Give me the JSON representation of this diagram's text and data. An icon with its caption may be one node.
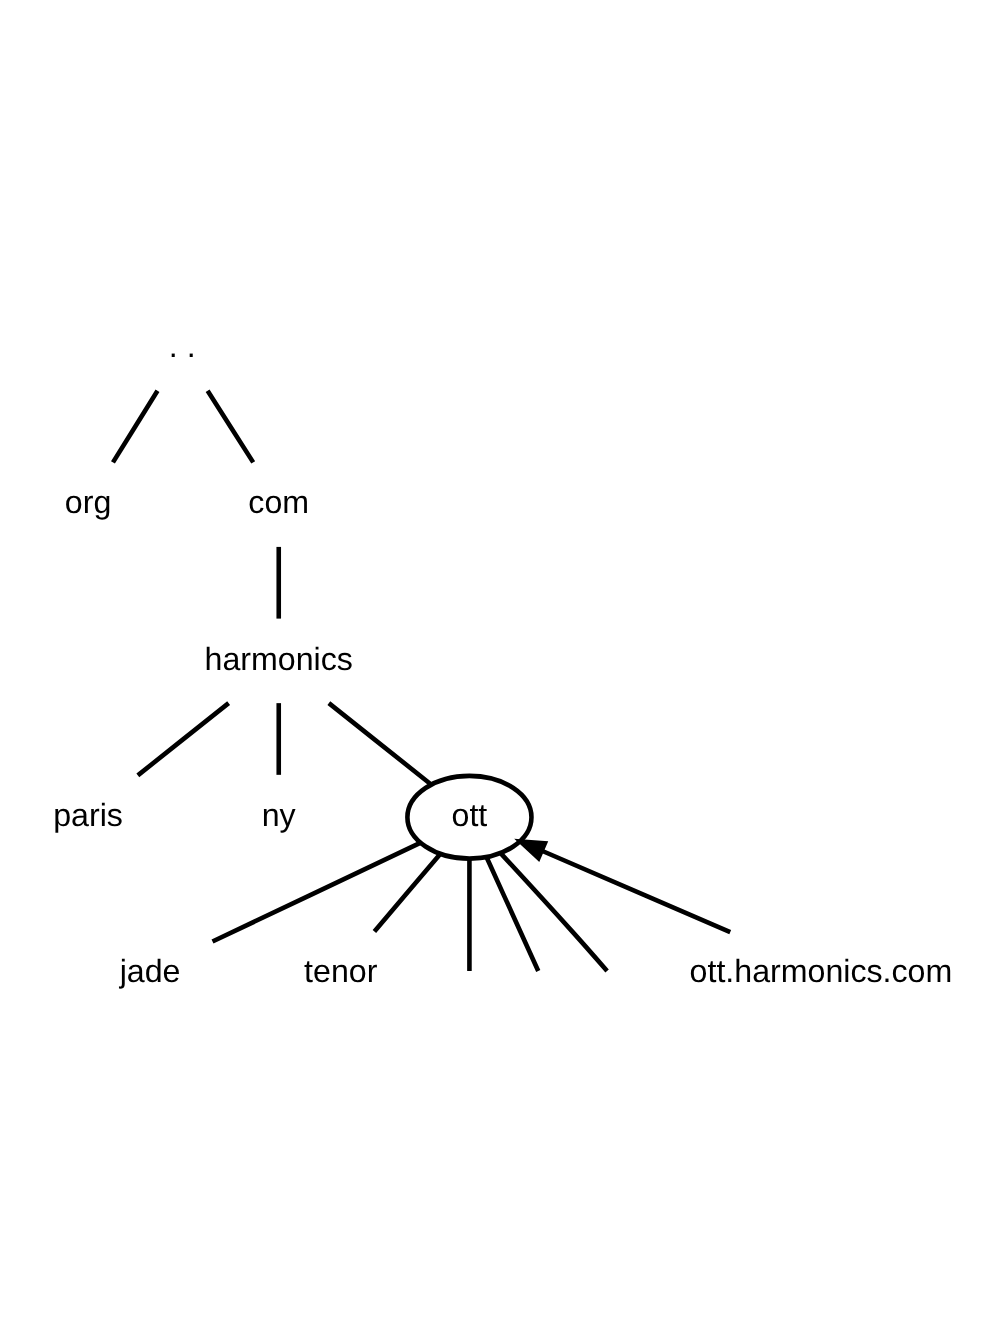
{
  "diagram": {
    "nodes": [
      {
        "text": [
          ". ."
        ]
      },
      {
        "text": [
          "org"
        ]
      },
      {
        "text": [
          "com"
        ]
      },
      {
        "text": [
          "harmonics"
        ]
      },
      {
        "text": [
          "paris"
        ]
      },
      {
        "text": [
          "ny"
        ]
      },
      {
        "text": [
          "ott"
        ]
      },
      {
        "text": [
          "jade"
        ]
      },
      {
        "text": [
          "tenor"
        ]
      },
      {
        "text": [
          "ott.harmonics.com"
        ]
      }
    ],
    "edges": [
      {
        "from": 0,
        "to": 1,
        "arrow": "none"
      },
      {
        "from": 0,
        "to": 2,
        "arrow": "none"
      },
      {
        "from": 2,
        "to": 3,
        "arrow": "none"
      },
      {
        "from": 3,
        "to": 4,
        "arrow": "none"
      },
      {
        "from": 3,
        "to": 5,
        "arrow": "none"
      },
      {
        "from": 3,
        "to": 6,
        "arrow": "none"
      },
      {
        "from": 6,
        "to": 7,
        "arrow": "none"
      },
      {
        "from": 6,
        "to": 8,
        "arrow": "none"
      },
      {
        "from": 9,
        "to": 6,
        "arrow": "to"
      },
      {
        "from": 6,
        "to": null,
        "arrow": "none"
      },
      {
        "from": 6,
        "to": null,
        "arrow": "none"
      },
      {
        "from": 6,
        "to": null,
        "arrow": "none"
      }
    ]
  }
}
